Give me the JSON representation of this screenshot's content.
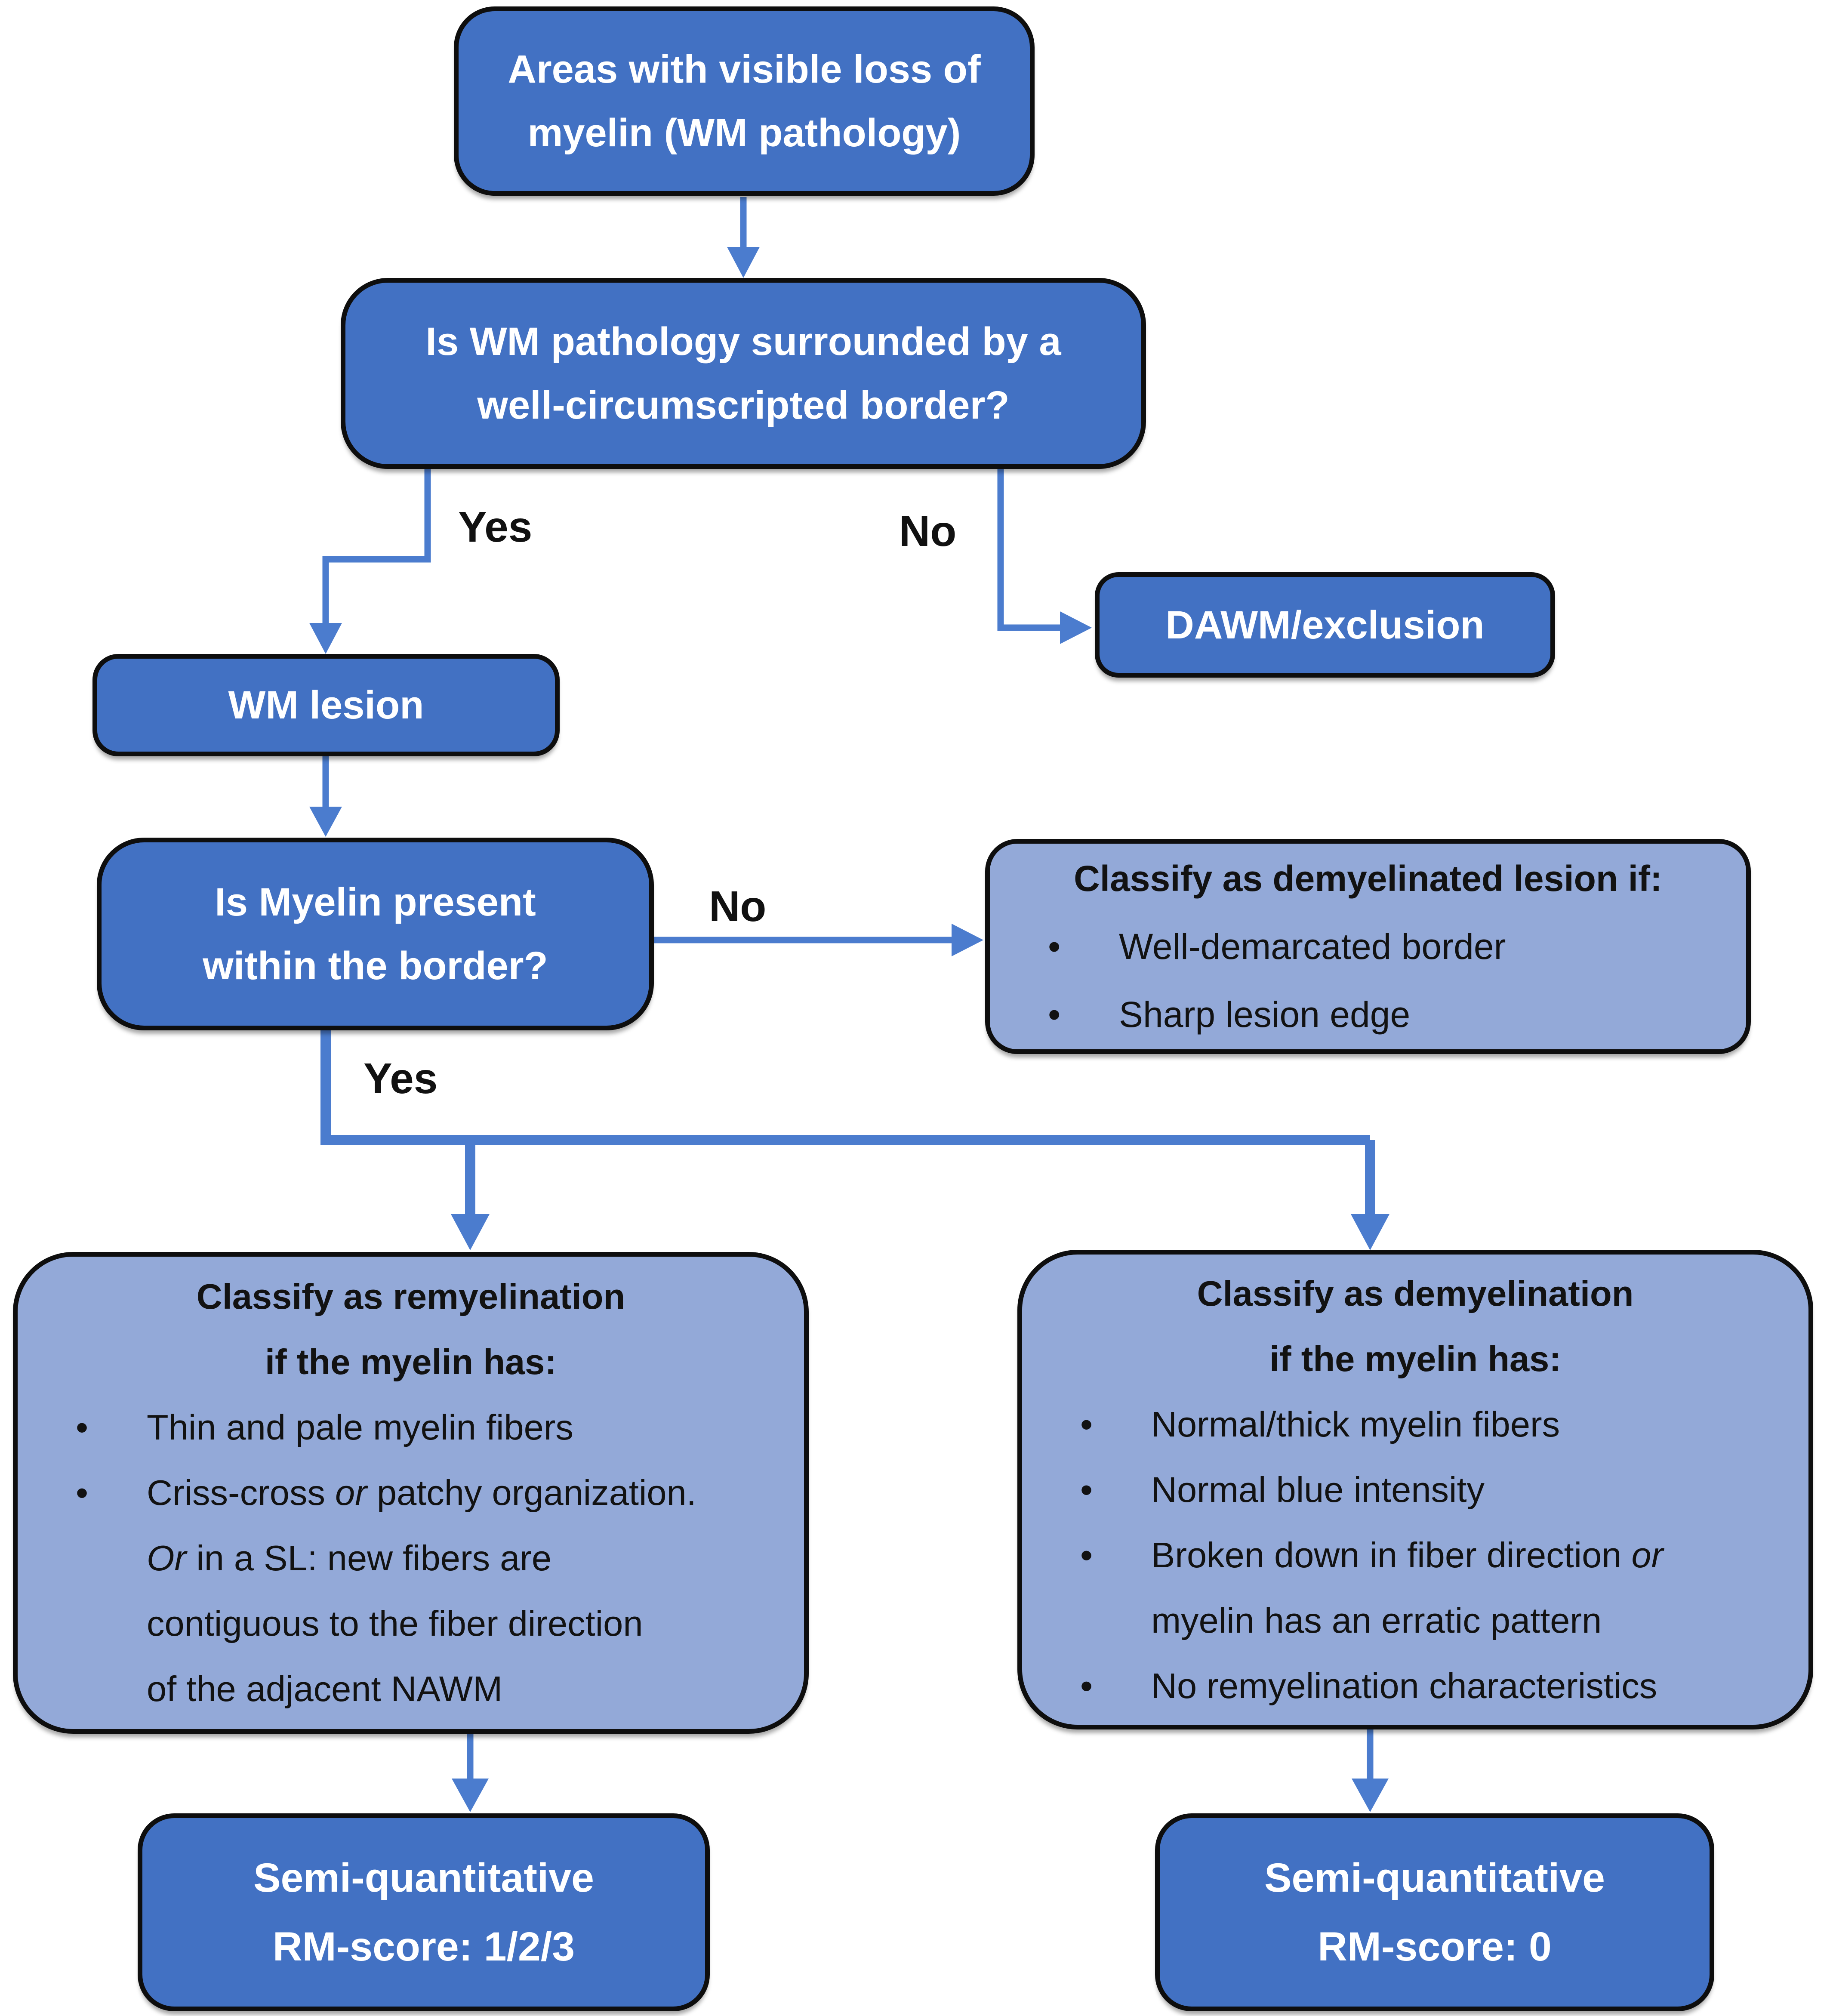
{
  "diagram": {
    "colors": {
      "dark_box_fill": "#4271c3",
      "light_box_fill": "#93a9d8",
      "box_border": "#0e0e0e",
      "arrow": "#4b7cce",
      "dark_box_text": "#ffffff",
      "light_box_text": "#121212",
      "edge_label_text": "#111111",
      "background": "#ffffff"
    },
    "nodes": {
      "areas": {
        "line1": "Areas with visible loss of",
        "line2": "myelin (WM pathology)"
      },
      "border_question": {
        "line1": "Is WM pathology surrounded by a",
        "line2": "well-circumscripted border?"
      },
      "dawm": {
        "label": "DAWM/exclusion"
      },
      "wm_lesion": {
        "label": "WM lesion"
      },
      "myelin_question": {
        "line1": "Is Myelin present",
        "line2": "within the border?"
      },
      "demyelinated_lesion": {
        "title": "Classify as demyelinated lesion if:",
        "bullet1": "Well-demarcated border",
        "bullet2": "Sharp lesion edge"
      },
      "remyelination": {
        "title_line1": "Classify as remyelination",
        "title_line2": "if the myelin has:",
        "bullet1": "Thin and pale myelin fibers",
        "bullet2_text1": "Criss-cross",
        "bullet2_italic1": "or",
        "bullet2_text2": "patchy organization.",
        "bullet2_italic2": "Or",
        "bullet2_text3": "in a SL: new fibers are",
        "bullet2_line3": "contiguous to the fiber direction",
        "bullet2_line4": "of the adjacent NAWM"
      },
      "demyelination": {
        "title_line1": "Classify as demyelination",
        "title_line2": "if the myelin has:",
        "bullet1": "Normal/thick myelin fibers",
        "bullet2": "Normal blue intensity",
        "bullet3_text1": "Broken down in fiber direction",
        "bullet3_italic": "or",
        "bullet3_line2": "myelin has an erratic pattern",
        "bullet4": "No remyelination characteristics"
      },
      "rm_score_123": {
        "line1": "Semi-quantitative",
        "line2": "RM-score: 1/2/3"
      },
      "rm_score_0": {
        "line1": "Semi-quantitative",
        "line2": "RM-score: 0"
      }
    },
    "edge_labels": {
      "yes1": "Yes",
      "no1": "No",
      "no2": "No",
      "yes2": "Yes"
    }
  }
}
